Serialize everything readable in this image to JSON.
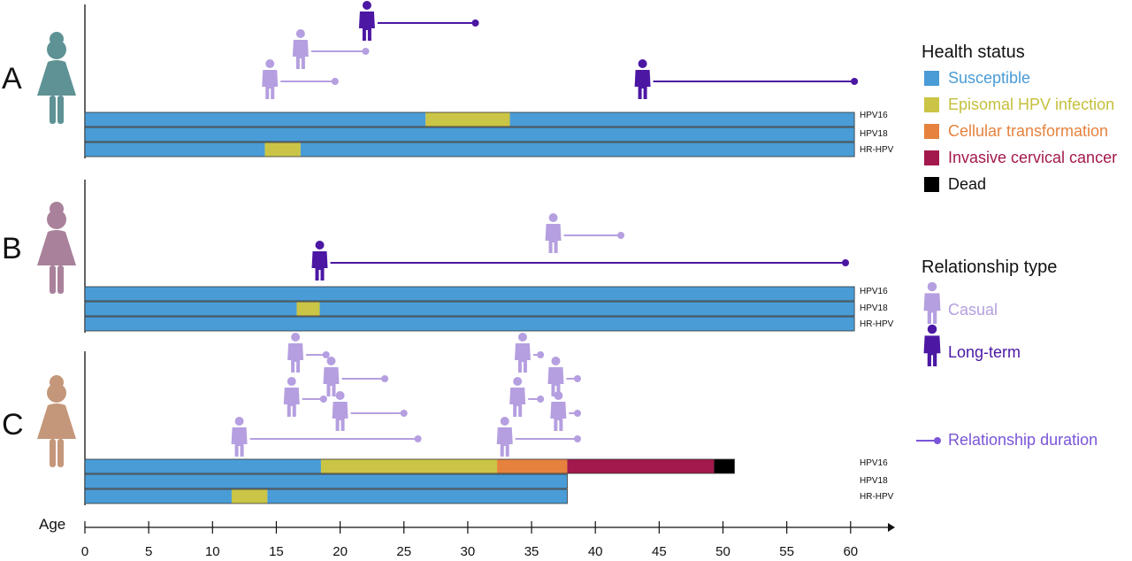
{
  "colors": {
    "susceptible": "#4a9cd6",
    "episomal": "#cac546",
    "transformation": "#e6823e",
    "cancer": "#a3194d",
    "dead": "#000000",
    "casual": "#b59fe0",
    "longterm": "#4b17a3",
    "duration": "#7a55d8",
    "woman_A": "#5f9294",
    "woman_B": "#a9819b",
    "woman_C": "#c4977a"
  },
  "axis": {
    "label": "Age",
    "min": 0,
    "max": 60,
    "ticks": [
      0,
      5,
      10,
      15,
      20,
      25,
      30,
      35,
      40,
      45,
      50,
      55,
      60
    ]
  },
  "track_labels": [
    "HPV16",
    "HPV18",
    "HR-HPV"
  ],
  "legend": {
    "health_title": "Health status",
    "health_items": [
      {
        "label": "Susceptible",
        "color_key": "susceptible",
        "text_color": "#4a9cd6"
      },
      {
        "label": "Episomal HPV infection",
        "color_key": "episomal",
        "text_color": "#c4bf3c"
      },
      {
        "label": "Cellular transformation",
        "color_key": "transformation",
        "text_color": "#e6823e"
      },
      {
        "label": "Invasive cervical cancer",
        "color_key": "cancer",
        "text_color": "#a3194d"
      },
      {
        "label": "Dead",
        "color_key": "dead",
        "text_color": "#111111"
      }
    ],
    "relationship_title": "Relationship type",
    "relationship_items": [
      {
        "label": "Casual",
        "type": "casual",
        "text_color": "#b59fe0"
      },
      {
        "label": "Long-term",
        "type": "longterm",
        "text_color": "#4b17a3"
      }
    ],
    "duration_label": "Relationship duration"
  },
  "chart_data": {
    "type": "diagram",
    "panels": [
      {
        "label": "A",
        "woman_color_key": "woman_A",
        "tracks": [
          {
            "name": "HPV16",
            "segments": [
              {
                "from": 0,
                "to": 26.7,
                "status": "susceptible"
              },
              {
                "from": 26.7,
                "to": 33.3,
                "status": "episomal"
              },
              {
                "from": 33.3,
                "to": 60.3,
                "status": "susceptible"
              }
            ]
          },
          {
            "name": "HPV18",
            "segments": [
              {
                "from": 0,
                "to": 60.3,
                "status": "susceptible"
              }
            ]
          },
          {
            "name": "HR-HPV",
            "segments": [
              {
                "from": 0,
                "to": 14.1,
                "status": "susceptible"
              },
              {
                "from": 14.1,
                "to": 16.9,
                "status": "episomal"
              },
              {
                "from": 16.9,
                "to": 60.3,
                "status": "susceptible"
              }
            ]
          }
        ],
        "partners": [
          {
            "type": "longterm",
            "start_age": 22.1,
            "end_age": 30.6,
            "row": 0
          },
          {
            "type": "casual",
            "start_age": 16.9,
            "end_age": 22.0,
            "row": 1
          },
          {
            "type": "casual",
            "start_age": 14.5,
            "end_age": 19.6,
            "row": 2
          },
          {
            "type": "longterm",
            "start_age": 43.7,
            "end_age": 60.3,
            "row": 2
          }
        ]
      },
      {
        "label": "B",
        "woman_color_key": "woman_B",
        "tracks": [
          {
            "name": "HPV16",
            "segments": [
              {
                "from": 0,
                "to": 60.3,
                "status": "susceptible"
              }
            ]
          },
          {
            "name": "HPV18",
            "segments": [
              {
                "from": 0,
                "to": 16.6,
                "status": "susceptible"
              },
              {
                "from": 16.6,
                "to": 18.4,
                "status": "episomal"
              },
              {
                "from": 18.4,
                "to": 60.3,
                "status": "susceptible"
              }
            ]
          },
          {
            "name": "HR-HPV",
            "segments": [
              {
                "from": 0,
                "to": 60.3,
                "status": "susceptible"
              }
            ]
          }
        ],
        "partners": [
          {
            "type": "casual",
            "start_age": 36.7,
            "end_age": 42.0,
            "row": 0
          },
          {
            "type": "longterm",
            "start_age": 18.4,
            "end_age": 59.6,
            "row": 1
          }
        ]
      },
      {
        "label": "C",
        "woman_color_key": "woman_C",
        "tracks": [
          {
            "name": "HPV16",
            "segments": [
              {
                "from": 0,
                "to": 18.5,
                "status": "susceptible"
              },
              {
                "from": 18.5,
                "to": 32.3,
                "status": "episomal"
              },
              {
                "from": 32.3,
                "to": 37.8,
                "status": "transformation"
              },
              {
                "from": 37.8,
                "to": 49.3,
                "status": "cancer"
              },
              {
                "from": 49.3,
                "to": 50.9,
                "status": "dead"
              }
            ]
          },
          {
            "name": "HPV18",
            "segments": [
              {
                "from": 0,
                "to": 37.8,
                "status": "susceptible"
              }
            ]
          },
          {
            "name": "HR-HPV",
            "segments": [
              {
                "from": 0,
                "to": 11.5,
                "status": "susceptible"
              },
              {
                "from": 11.5,
                "to": 14.3,
                "status": "episomal"
              },
              {
                "from": 14.3,
                "to": 37.8,
                "status": "susceptible"
              }
            ]
          }
        ],
        "partners": [
          {
            "type": "casual",
            "start_age": 16.5,
            "end_age": 18.9,
            "row": 0
          },
          {
            "type": "casual",
            "start_age": 19.3,
            "end_age": 23.5,
            "row": 1
          },
          {
            "type": "casual",
            "start_age": 16.2,
            "end_age": 18.7,
            "row": 2
          },
          {
            "type": "casual",
            "start_age": 20.0,
            "end_age": 25.0,
            "row": 3
          },
          {
            "type": "casual",
            "start_age": 12.1,
            "end_age": 26.1,
            "row": 4
          },
          {
            "type": "casual",
            "start_age": 34.3,
            "end_age": 35.7,
            "row": 0
          },
          {
            "type": "casual",
            "start_age": 36.9,
            "end_age": 38.6,
            "row": 1
          },
          {
            "type": "casual",
            "start_age": 33.9,
            "end_age": 35.7,
            "row": 2
          },
          {
            "type": "casual",
            "start_age": 37.1,
            "end_age": 38.6,
            "row": 3
          },
          {
            "type": "casual",
            "start_age": 32.9,
            "end_age": 38.6,
            "row": 4
          }
        ]
      }
    ]
  }
}
